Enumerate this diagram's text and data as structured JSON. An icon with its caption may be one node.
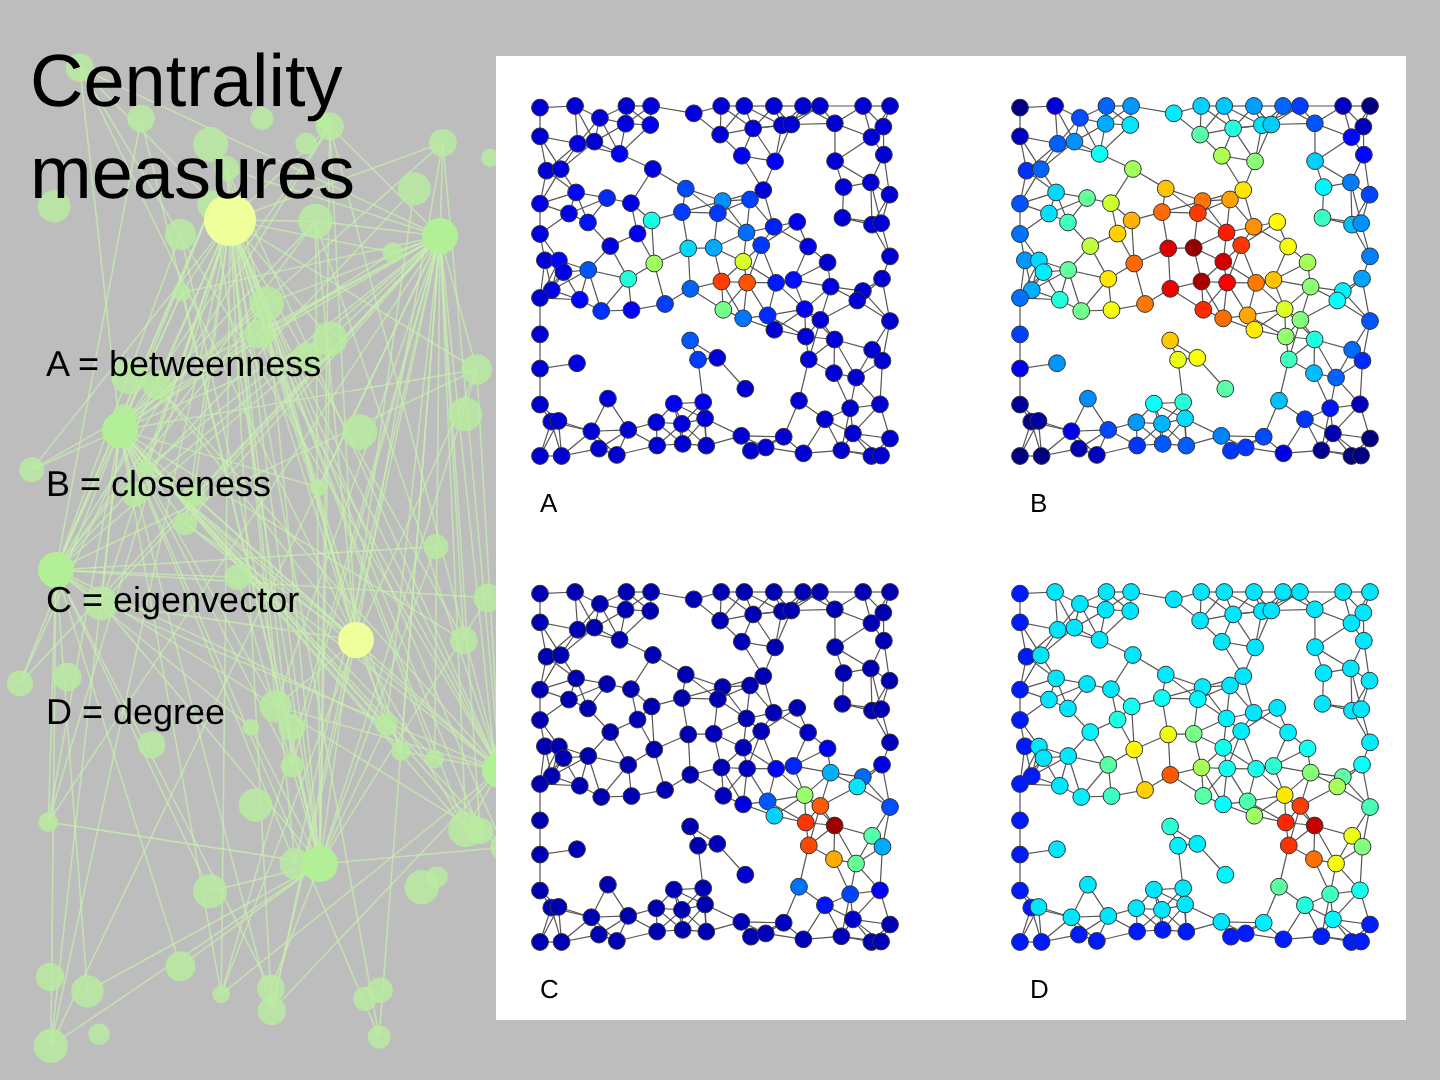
{
  "diagram": {
    "title": "Centrality measures",
    "labels": [
      "A = betweenness",
      "B = closeness",
      "C = eigenvector",
      "D = degree",
      "A",
      "B",
      "C",
      "D"
    ]
  }
}
